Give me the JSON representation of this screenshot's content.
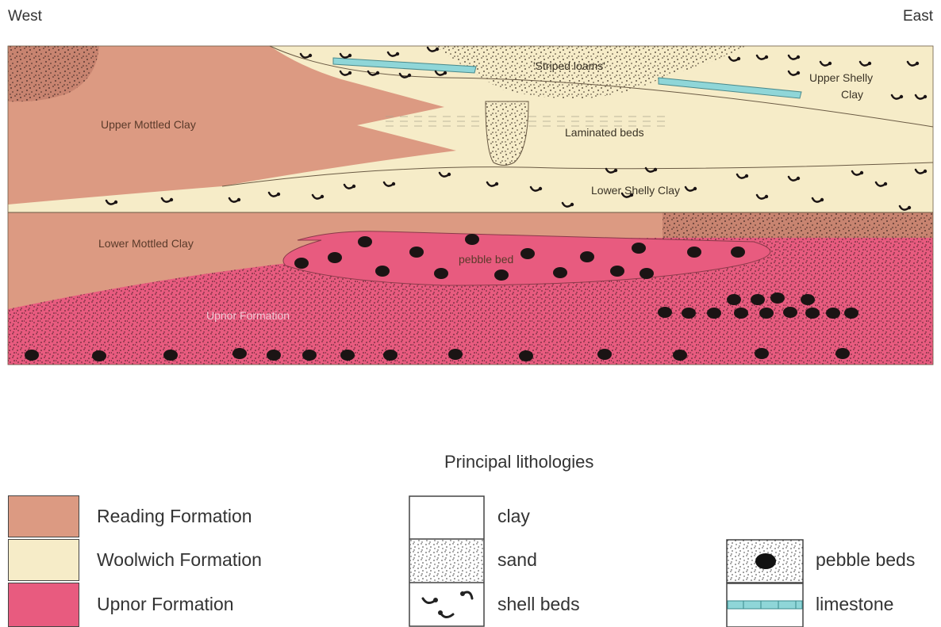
{
  "orientation": {
    "west": "West",
    "east": "East"
  },
  "section_labels": {
    "upper_mottled_clay": "Upper Mottled Clay",
    "striped_loams": "'Striped loams'",
    "upper_shelly_clay_line1": "Upper Shelly",
    "upper_shelly_clay_line2": "Clay",
    "laminated_beds": "Laminated beds",
    "lower_shelly_clay": "Lower Shelly Clay",
    "lower_mottled_clay": "Lower Mottled Clay",
    "pebble_bed": "pebble bed",
    "upnor_formation": "Upnor Formation"
  },
  "legend": {
    "title": "Principal lithologies",
    "formations": [
      {
        "label": "Reading Formation",
        "color": "#dc9a82"
      },
      {
        "label": "Woolwich Formation",
        "color": "#f6ecc8"
      },
      {
        "label": "Upnor Formation",
        "color": "#e85b7f"
      }
    ],
    "lithologies": [
      {
        "label": "clay"
      },
      {
        "label": "sand"
      },
      {
        "label": "shell beds"
      }
    ],
    "lithologies_right": [
      {
        "label": "pebble beds"
      },
      {
        "label": "limestone"
      }
    ]
  },
  "colors": {
    "reading": "#dc9a82",
    "woolwich": "#f6ecc8",
    "upnor": "#e85b7f",
    "limestone": "#8fd6d8",
    "pebble": "#1b1414"
  }
}
